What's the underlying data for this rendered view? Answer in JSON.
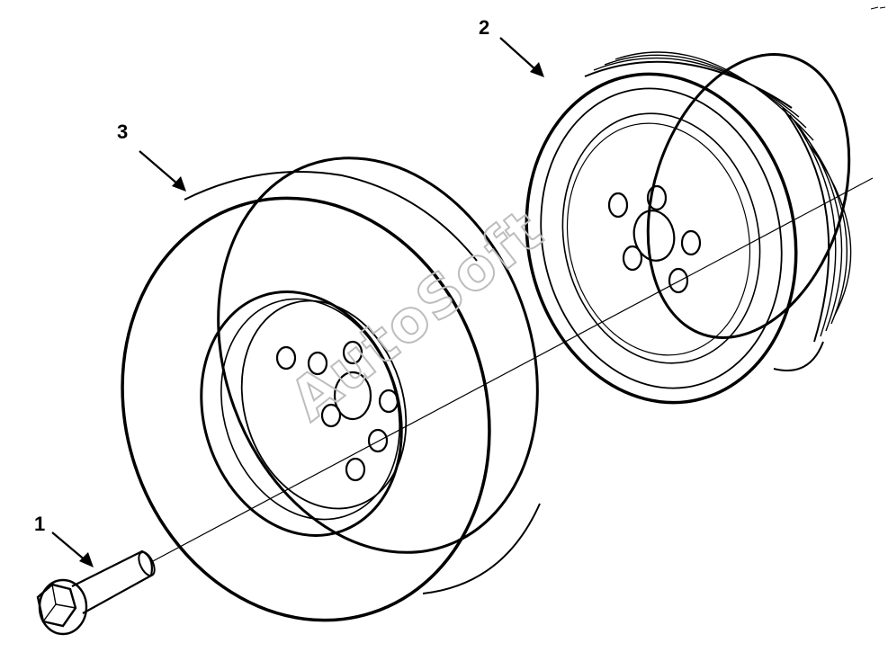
{
  "callouts": [
    {
      "id": "1",
      "text": "1"
    },
    {
      "id": "2",
      "text": "2"
    },
    {
      "id": "3",
      "text": "3"
    }
  ],
  "watermark": "AutoSoft"
}
